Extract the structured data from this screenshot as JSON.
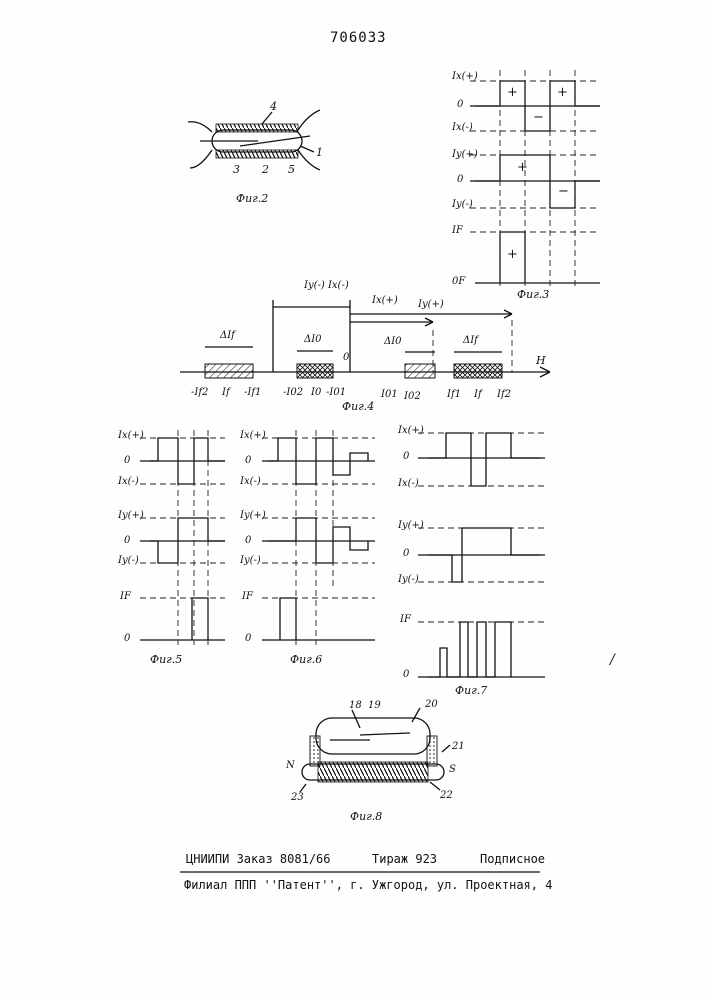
{
  "patent_number": "706033",
  "figures": {
    "fig2": {
      "caption": "Фиг.2",
      "labels": [
        "4",
        "1",
        "3",
        "2",
        "5"
      ]
    },
    "fig3": {
      "caption": "Фиг.3",
      "row_labels": [
        "Ix(+)",
        "0",
        "Ix(-)",
        "Iy(+)",
        "0",
        "Iy(-)",
        "IF",
        "0F"
      ],
      "signs": [
        "+",
        "+",
        "−",
        "+",
        "−",
        "+"
      ]
    },
    "fig4": {
      "caption": "Фиг.4",
      "top_labels": [
        "Iy(-) Ix(-)",
        "Ix(+)",
        "Iy(+)"
      ],
      "range_labels": [
        "ΔIf",
        "ΔI0",
        "ΔI0",
        "ΔIf"
      ],
      "zero": "0",
      "axis_label": "H",
      "tick_labels": [
        "-If2",
        "If",
        "-If1",
        "-I02",
        "I0",
        "-I01",
        "I01",
        "I02",
        "If1",
        "If",
        "If2"
      ]
    },
    "fig5": {
      "caption": "Фиг.5",
      "row_labels": [
        "Ix(+)",
        "0",
        "Ix(-)",
        "Iy(+)",
        "0",
        "Iy(-)",
        "IF",
        "0"
      ]
    },
    "fig6": {
      "caption": "Фиг.6",
      "row_labels": [
        "Ix(+)",
        "0",
        "Ix(-)",
        "Iy(+)",
        "0",
        "Iy(-)",
        "IF",
        "0"
      ]
    },
    "fig7": {
      "caption": "Фиг.7",
      "row_labels": [
        "Ix(+)",
        "0",
        "Ix(-)",
        "Iy(+)",
        "0",
        "Iy(-)",
        "IF",
        "0"
      ]
    },
    "fig8": {
      "caption": "Фиг.8",
      "labels": [
        "18",
        "19",
        "20",
        "21",
        "N",
        "S",
        "23",
        "22"
      ]
    }
  },
  "footer": {
    "line1_org": "ЦНИИПИ Заказ 8081/66",
    "line1_print": "Тираж 923",
    "line1_sub": "Подписное",
    "line2": "Филиал ППП ''Патент'', г. Ужгород, ул. Проектная, 4"
  },
  "stray_mark": "/"
}
